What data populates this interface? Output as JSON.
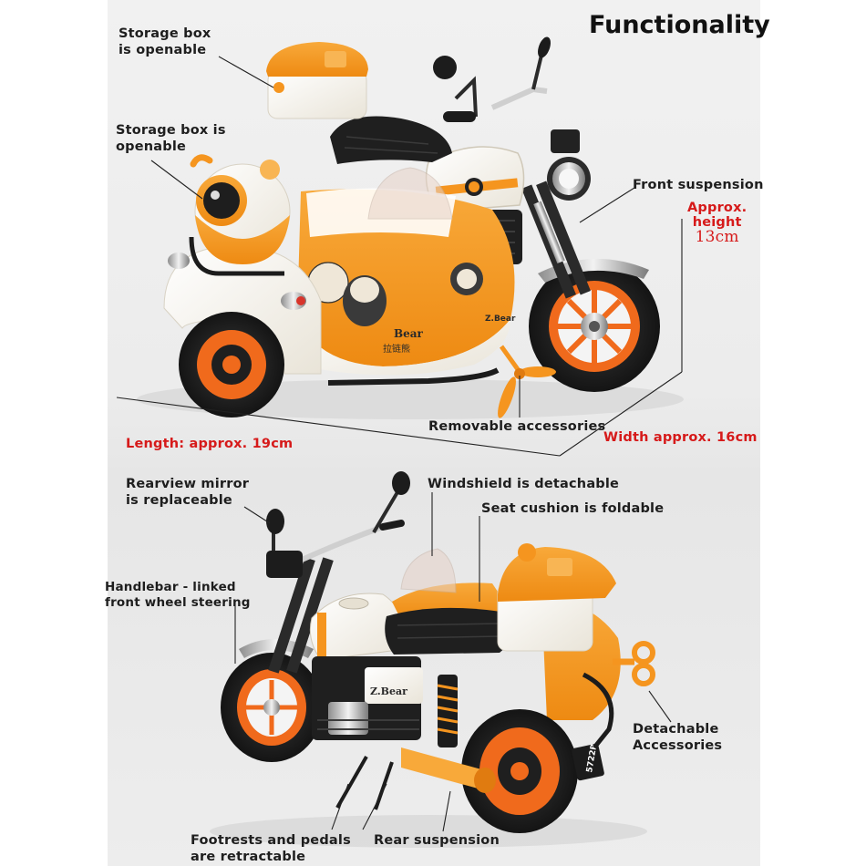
{
  "title": "Functionality",
  "colors": {
    "orange": "#f5951f",
    "orange_dark": "#e07b10",
    "cream": "#f7f3ea",
    "black": "#1d1d1d",
    "red_label": "#d61a1a"
  },
  "labels": {
    "storage_box_1_line1": "Storage box",
    "storage_box_1_line2": "is openable",
    "storage_box_2_line1": "Storage box is",
    "storage_box_2_line2": "openable",
    "front_suspension": "Front suspension",
    "height_line1": "Approx.",
    "height_line2": "height",
    "height_value": "13cm",
    "length": "Length: approx. 19cm",
    "removable_accessories": "Removable accessories",
    "width": "Width approx. 16cm",
    "rearview_line1": "Rearview mirror",
    "rearview_line2": "is replaceable",
    "windshield": "Windshield is detachable",
    "seat_cushion": "Seat cushion is foldable",
    "handlebar_line1": "Handlebar - linked",
    "handlebar_line2": "front wheel steering",
    "detachable_line1": "Detachable",
    "detachable_line2": "Accessories",
    "footrests_line1": "Footrests and pedals",
    "footrests_line2": "are retractable",
    "rear_suspension": "Rear suspension"
  },
  "decals": {
    "bear_brand": "Bear",
    "bear_chinese": "拉链熊",
    "z_bear": "Z.Bear",
    "plate": "5722B"
  }
}
